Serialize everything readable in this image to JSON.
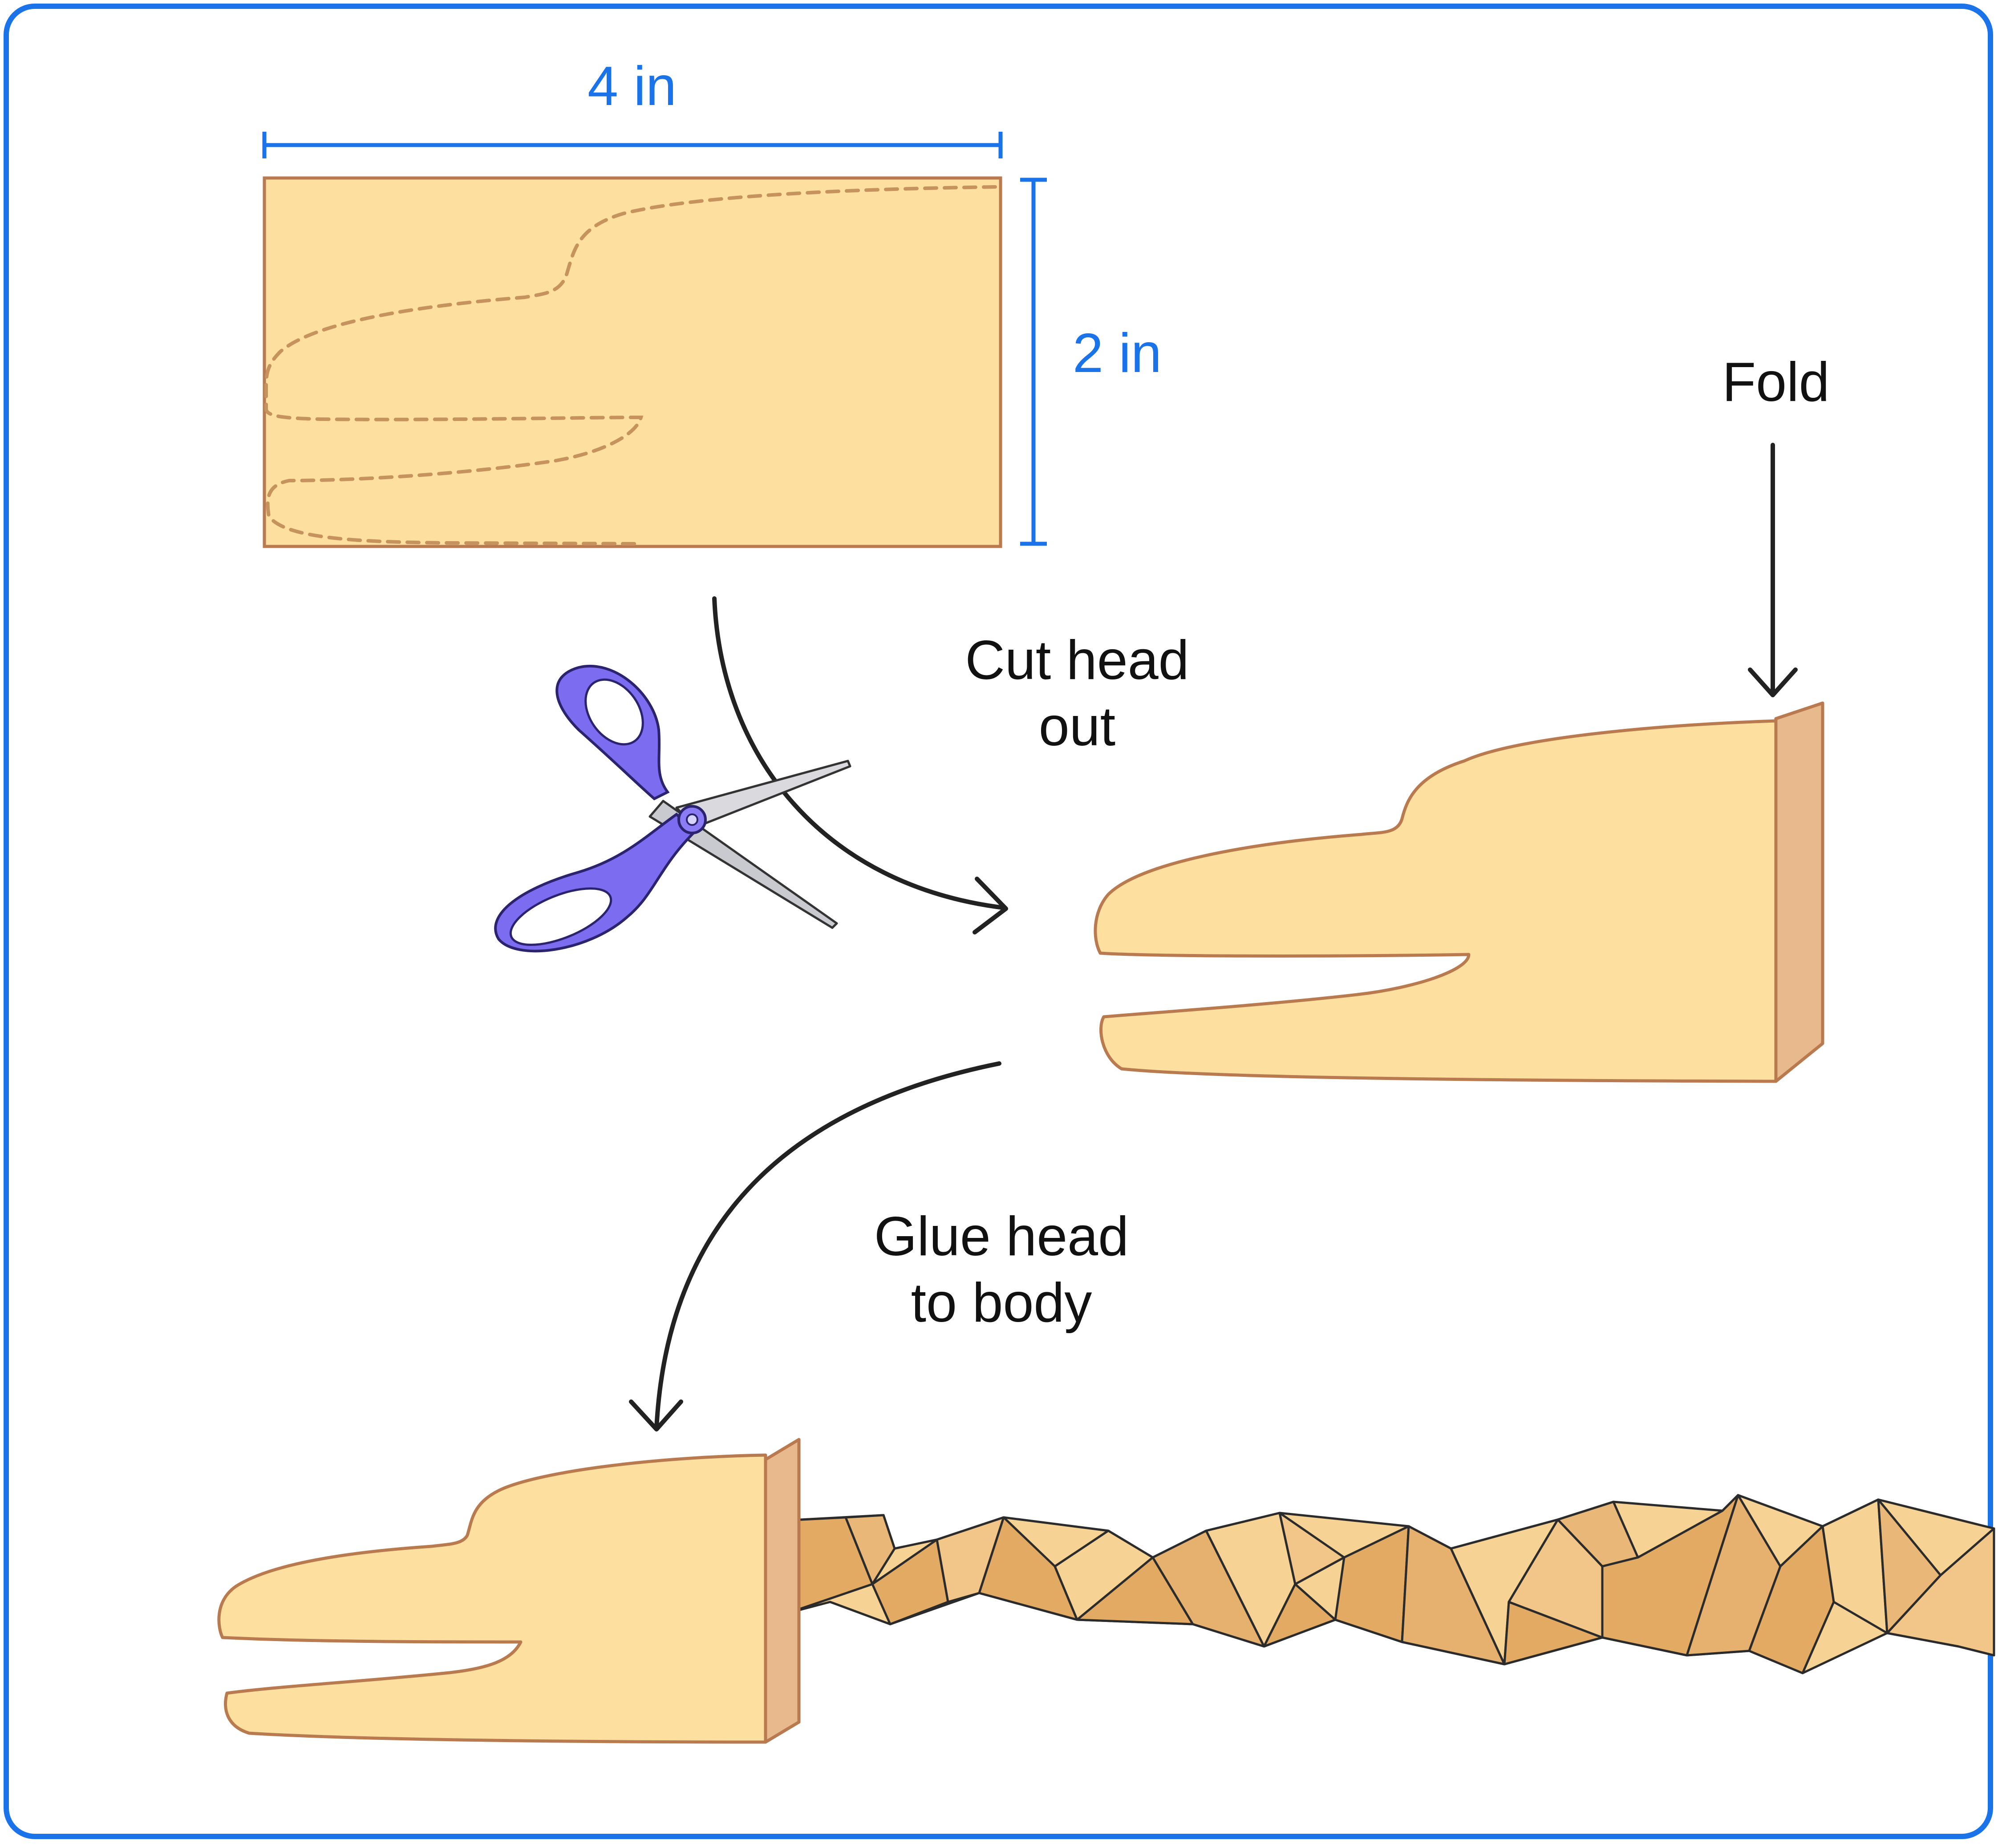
{
  "dimensions": {
    "width_label": "4 in",
    "height_label": "2 in"
  },
  "steps": {
    "cut": [
      "Cut head",
      "out"
    ],
    "glue": [
      "Glue head",
      "to body"
    ],
    "fold": "Fold"
  },
  "icons": [
    "scissors-icon"
  ],
  "colors": {
    "frame": "#1a73e8",
    "dimension_text": "#1a73e8",
    "paper": "#fde09f",
    "paper_outline": "#b97a50",
    "fold_flap": "#e9b98e",
    "body_dark": "#e2aa63",
    "body_light": "#f6d394",
    "scissors": "#7c6cf0",
    "arrow": "#222222"
  }
}
